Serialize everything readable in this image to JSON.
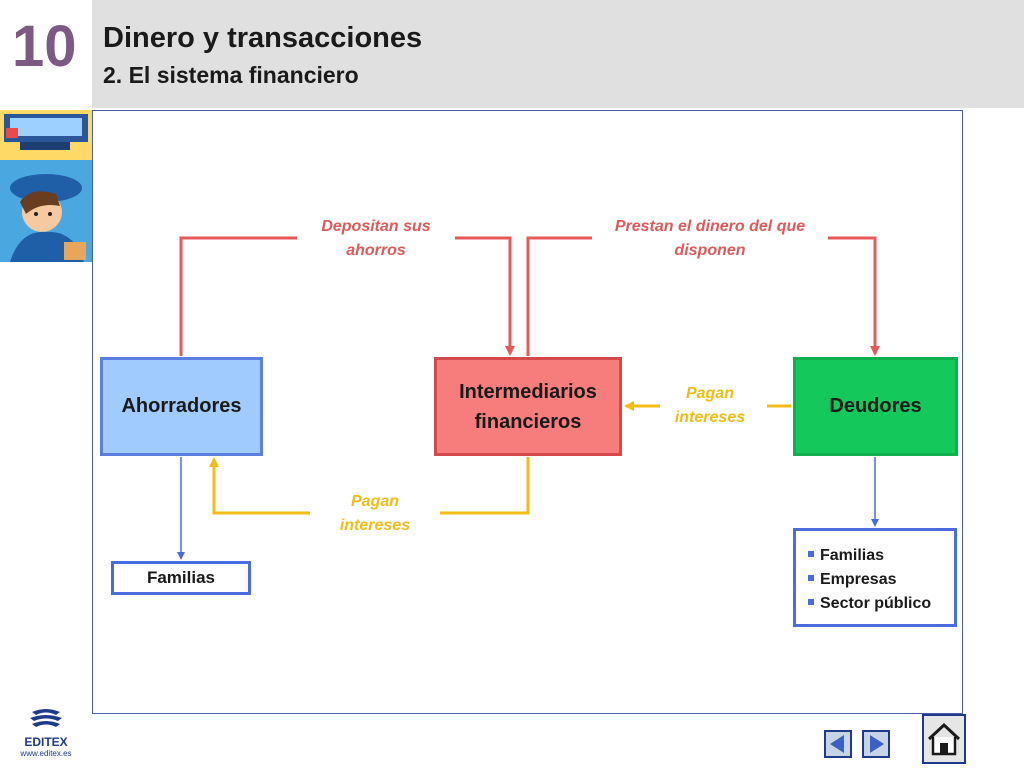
{
  "header": {
    "chapter_number": "10",
    "title": "Dinero y transacciones",
    "subtitle": "2. El sistema financiero"
  },
  "diagram": {
    "nodes": {
      "savers": "Ahorradores",
      "intermediaries": "Intermediarios financieros",
      "debtors": "Deudores",
      "savers_type": "Familias",
      "debtor_types": [
        "Familias",
        "Empresas",
        "Sector público"
      ]
    },
    "flows": {
      "deposit": "Depositan sus ahorros",
      "lend": "Prestan el dinero del que disponen",
      "debtors_pay_interest": "Pagan intereses",
      "interm_pay_interest": "Pagan intereses"
    },
    "colors": {
      "savers_fill": "#9fcbff",
      "intermediaries_fill": "#f77d7d",
      "debtors_fill": "#14c85c",
      "red_flow": "#e85a5a",
      "yellow_flow": "#f3bd16",
      "blue_link": "#4b6be0"
    }
  },
  "footer": {
    "logo_text": "EDITEX",
    "logo_url": "www.editex.es"
  },
  "navigation": {
    "prev_icon": "triangle-left-icon",
    "next_icon": "triangle-right-icon",
    "home_icon": "home-icon"
  }
}
